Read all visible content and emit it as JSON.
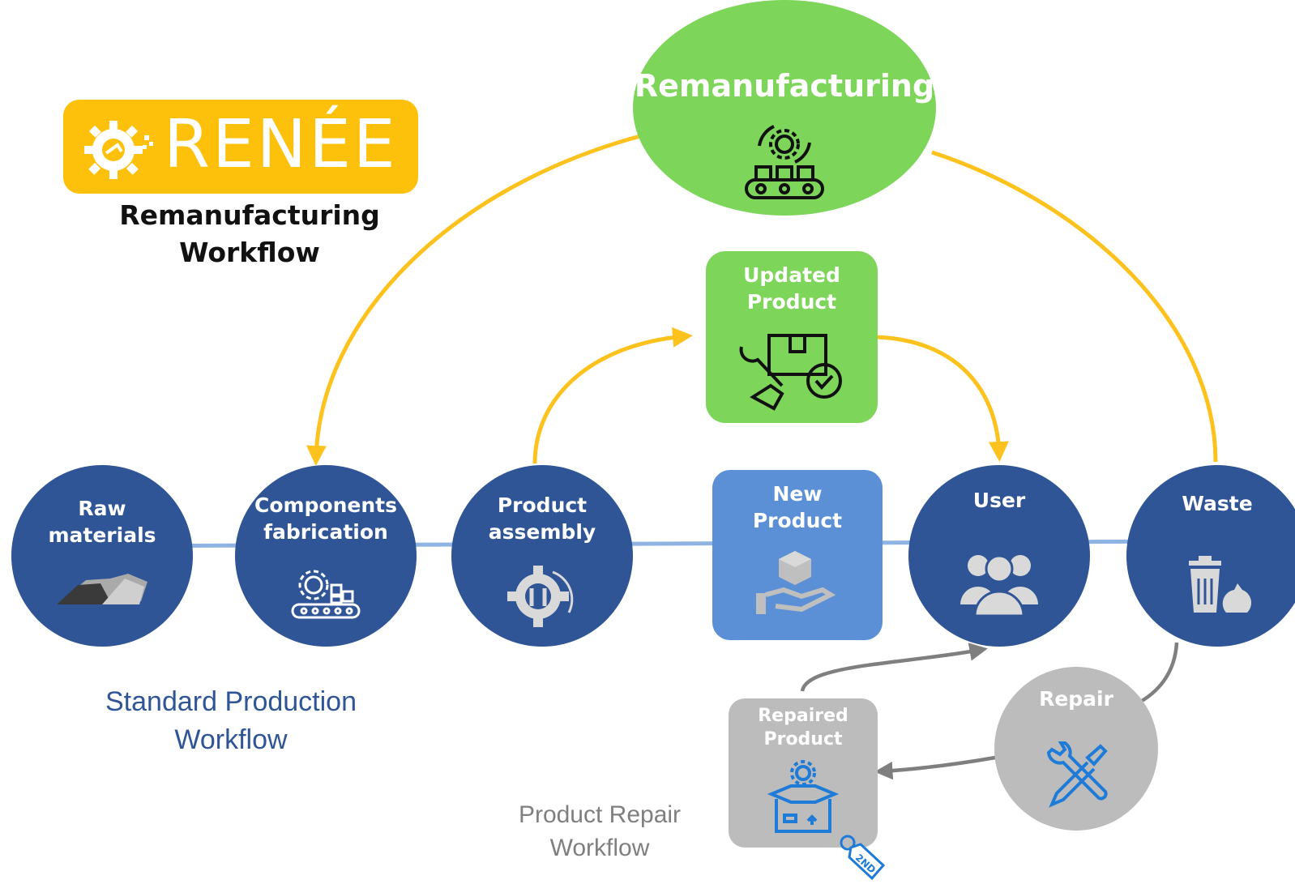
{
  "logo": {
    "brand": "RENÉE"
  },
  "title": "Remanufacturing\nWorkflow",
  "workflows": {
    "standard": "Standard Production\nWorkflow",
    "repair": "Product Repair\nWorkflow"
  },
  "nodes": {
    "remanufacturing": "Remanufacturing",
    "updated_product": "Updated\nProduct",
    "raw_materials": "Raw\nmaterials",
    "components_fabrication": "Components\nfabrication",
    "product_assembly": "Product\nassembly",
    "new_product": "New\nProduct",
    "user": "User",
    "waste": "Waste",
    "repair": "Repair",
    "repaired_product": "Repaired\nProduct"
  },
  "tag_label": "2ND",
  "colors": {
    "dark_blue": "#2f5597",
    "light_blue": "#5b8fd6",
    "line_blue": "#8fb4e3",
    "green": "#7dd65a",
    "gold": "#fec10b",
    "arrow_gold": "#fdc21d",
    "grey": "#bcbcbc",
    "arrow_grey": "#7f7f7f",
    "icon_blue": "#1f7bd8"
  }
}
